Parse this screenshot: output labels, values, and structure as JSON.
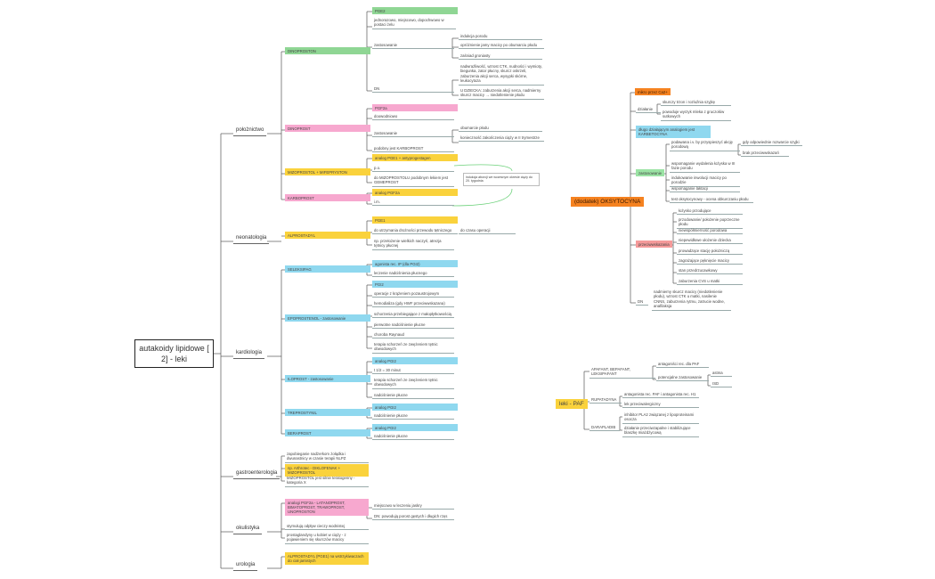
{
  "root": "autakoidy lipidowe [ 2] - leki",
  "ginekologia": {
    "label": "położnictwo",
    "dinoprostone": {
      "name": "DINOPROSTON",
      "pge2": "PGE2",
      "desc": "jednorazowo, miejscowo, dopochwowo w postaci żelu",
      "zastosowanie": "zastosowanie",
      "uses": [
        "indukcja porodu",
        "opróżnienie jamy macicy po obumarciu płodu",
        "zaśniad groniasty"
      ],
      "dn": "DN",
      "dn_items": [
        "nadwrażliwość, wzrost CTK, nudności i wymioty, biegunka, zator płucny, skurcz oskrzeli, zaburzenia akcji serca, wysypki skórne, leukocytoza",
        "U DZIECKA: zaburzenia akcji serca, nadmierny skurcz macicy → niedotlenienie płodu"
      ]
    },
    "dinoprost": {
      "name": "DINOPROST",
      "pgf2a": "PGF2a",
      "route": "doowodniowo",
      "zastosowanie": "zastosowanie",
      "uses": [
        "obumarcie płodu",
        "konieczność zakończenia ciąży w II trymestrze"
      ],
      "note": "podobny jest KARBOPROST"
    },
    "mizoprostol": {
      "name": "MIZOPROSTOL + MIFEPRYSTON",
      "analog": "analog PGE1 + antyprogestagen",
      "po": "p.o.",
      "note": "do MIZOPROSTOLU podobnym lekiem jest GEMEPROST"
    },
    "karboprost": {
      "name": "KARBOPROST",
      "analog": "analog PGF2a",
      "im": "i.m."
    },
    "link_note": "indukcja aborcji we wczesnym okresie ciąży do 20. tygodnia"
  },
  "neonatologia": {
    "label": "neonatologia",
    "alprostadil": "ALPROSTADYL",
    "pge1": "PGE1",
    "use1": "do utrzymania drożności przewodu tętniczego",
    "use1_extra": "do czasu operacji",
    "use2": "np. przełożenie wielkich naczyń, atrezja tętnicy płucnej"
  },
  "kardiologia": {
    "label": "kardiologia",
    "seleksipag": {
      "name": "SELEKSIPAG",
      "items": [
        "agonista rec. IP (dla PGI2)",
        "leczenie nadciśnienia płucnego"
      ]
    },
    "epoprostenol": {
      "name": "EPOPROSTENOL - zastosowanie",
      "items": [
        "PGI2",
        "operacje z krążeniem pozaustrojowym",
        "hemodializa (gdy HWF przeciwwskazana)",
        "schorzenia przebiegające z małopłytkowością",
        "pierwotne nadciśnienie płucne",
        "choroba Raynaud",
        "terapia schorzeń ze zwężeniem tętnic obwodowych"
      ]
    },
    "iloprost": {
      "name": "ILOPROST - zastosowanie",
      "items": [
        "analog PGI2",
        "t 1/2 = 30 minut",
        "terapia schorzeń ze zwężeniem tętnic obwodowych",
        "nadciśnienie płucne"
      ]
    },
    "treprostynil": {
      "name": "TREPROSTYNIL",
      "items": [
        "analog PGI2",
        "nadciśnienie płucne"
      ]
    },
    "beraprost": {
      "name": "BERAPROST",
      "items": [
        "analog PGI2",
        "nadciśnienie płucne"
      ]
    }
  },
  "gastro": {
    "label": "gastroenterologia",
    "items": [
      "zapobieganie nadżerkom żołądka i dwunastnicy w czasie terapii NLPZ",
      "np. Arthrotec - DIKLOFENAK + MIZOPROSTOL",
      "MIZOPROSTOL jest silnie teratogenny - kategoria X"
    ]
  },
  "okulistyka": {
    "label": "okulistyka",
    "drugs": "analogi PGF2a - LATANOPROST, BIMATOPROST, TRAWOPROST, UNOPROSTON",
    "items": [
      "miejscowo w leczeniu jaskry",
      "DN: powodują porost gęstych i długich rzęs"
    ],
    "more": [
      "stymulują odpływ cieczy wodnistej",
      "prostaglandyny u kobiet w ciąży - z pojawieniem się skurczów macicy"
    ]
  },
  "urologia": {
    "label": "urologia",
    "item": "ALPROSTADYL (PGE1) na wstrzykiwaczach do ciał jamistych"
  },
  "oksytocyna": {
    "label": "(dodatek) OKSYTOCYNA",
    "tag": "mikro przez Ca2+",
    "dzialanie": "działanie",
    "dz_items": [
      "skurczy trzon i rozluźnia szyjkę",
      "powoduje wyrzyk mleka z gruczołów sutkowych"
    ],
    "analog": "długo działającym analogiem jest KARBETOCYNA",
    "zastosowanie": "zastosowanie",
    "zas_items": [
      "podawana i.v. by przyspieszyć akcję porodową",
      "wspomaganie wydalenia łożyska w III fazie porodu",
      "indukowanie inwolucji macicy po porodzie",
      "wspomaganie laktacji",
      "test oksytocynowy - ocena obkurczaniu płodu"
    ],
    "zas_sub": [
      "gdy odpowiednie rozwarcie szyjki",
      "brak przeciwwskazań"
    ],
    "przeciw": "przeciwwskazania",
    "przeciw_items": [
      "łożysko przodujące",
      "przodowanie/ położenie poprzeczne płodu",
      "niewspółmierność porodowa",
      "niepewidłowe ułożenie dziecka",
      "prowadzące stację położniczą",
      "zagrażające pęknięcie macicy",
      "stan przedrzucawkowy",
      "zaburzenia CVS u matki"
    ],
    "dn": "DN",
    "dn_text": "nadmierny skurcz macicy (niedotlenienie płodu), wzrost CTK u matki, nasilenie CNNS, zaburzenia rytmu, zatrucie wodne, anafilaksja"
  },
  "paf": {
    "label": "leki - PAF",
    "apafant": "APAFANT, BEPAFANT, LEKSIPAFANT",
    "ap_items": [
      "antagoniści rec. dla PAF",
      "potencjalne zastosowanie"
    ],
    "ap_sub": [
      "astma",
      "ISD"
    ],
    "rupatadyna": "RUPATADYNA",
    "rup_items": [
      "antagonista rec. PAF i antagonista rec. H1",
      "lek przeciwalergiczny"
    ],
    "darapladib": "DARAPLADIB",
    "dar_items": [
      "inhibitor PLA2 związanej z lipoproteinami osocza",
      "działanie przeciwzapalne i stabilizujące blaszkę miażdżycową"
    ]
  }
}
